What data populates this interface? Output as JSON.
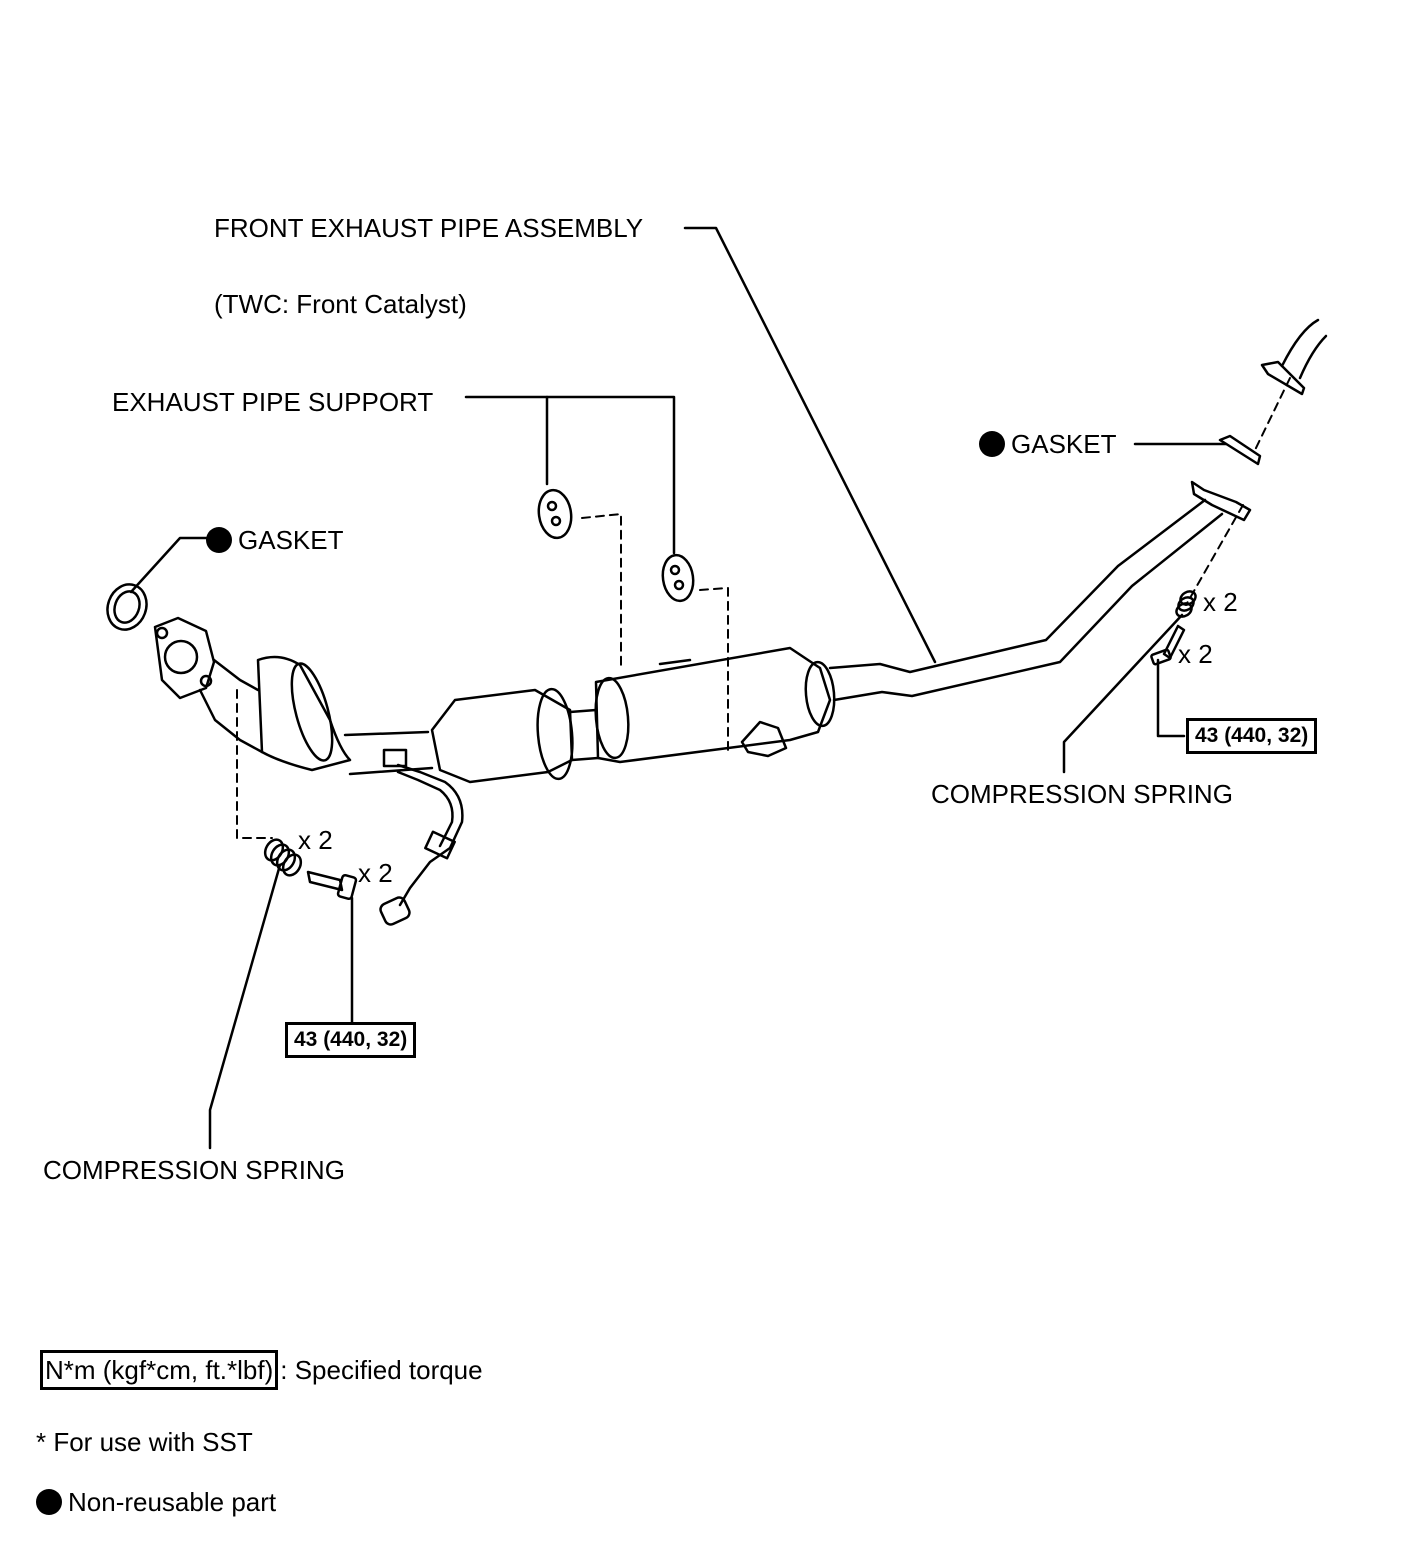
{
  "labels": {
    "front_exhaust_pipe": "FRONT EXHAUST PIPE ASSEMBLY",
    "twc_note": "(TWC: Front Catalyst)",
    "exhaust_pipe_support": "EXHAUST PIPE SUPPORT",
    "gasket_front": "GASKET",
    "gasket_rear": "GASKET",
    "compression_spring_left": "COMPRESSION SPRING",
    "compression_spring_right": "COMPRESSION SPRING",
    "qty_spring_left": "x 2",
    "qty_bolt_left": "x 2",
    "qty_spring_right": "x 2",
    "qty_bolt_right": "x 2"
  },
  "torque": {
    "left": "43 (440, 32)",
    "right": "43 (440, 32)"
  },
  "legend": {
    "torque_unit": "N*m (kgf*cm, ft.*lbf)",
    "torque_desc": ": Specified torque",
    "sst_note": "* For use with SST",
    "non_reusable": "Non-reusable part"
  }
}
